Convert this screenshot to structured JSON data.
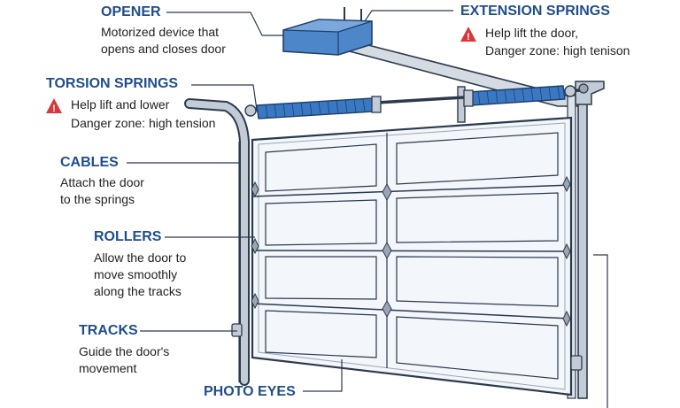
{
  "labels": {
    "opener": {
      "title": "OPENER",
      "lines": [
        "Motorized device that",
        "opens and closes door"
      ]
    },
    "extension_springs": {
      "title": "EXTENSION SPRINGS",
      "lines": [
        "Help lift the door,",
        "Danger zone: high tenison"
      ]
    },
    "torsion_springs": {
      "title": "TORSION SPRINGS",
      "lines": [
        "Help lift and lower",
        "Danger zone: high tension"
      ]
    },
    "cables": {
      "title": "CABLES",
      "lines": [
        "Attach the door",
        "to the springs"
      ]
    },
    "rollers": {
      "title": "ROLLERS",
      "lines": [
        "Allow the door to",
        "move smoothly",
        "along the tracks"
      ]
    },
    "tracks": {
      "title": "TRACKS",
      "lines": [
        "Guide the door's",
        "movement"
      ]
    },
    "photo_eyes": {
      "title": "PHOTO EYES"
    }
  },
  "icons": {
    "warning": "warning-triangle-icon"
  },
  "colors": {
    "title": "#1f4e8c",
    "spring": "#3a78c4",
    "opener": "#4d86c9",
    "warning": "#d9373a",
    "door": "#f3f6fa",
    "outline": "#2b3a4d",
    "track": "#c3ccd6"
  }
}
